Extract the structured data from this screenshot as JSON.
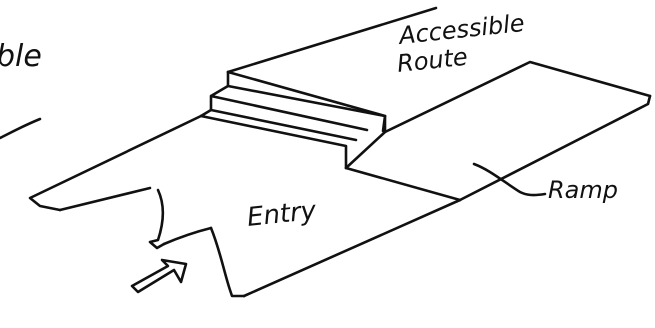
{
  "diagram": {
    "labels": {
      "accessible": "Accessible",
      "route": "Route",
      "ramp": "Ramp",
      "entry": "Entry",
      "cut_off": "ble"
    }
  }
}
